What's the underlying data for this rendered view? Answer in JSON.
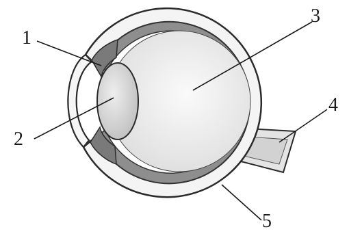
{
  "labels": [
    "1",
    "2",
    "3",
    "4",
    "5"
  ],
  "colors": {
    "outline": "#2a2a2a",
    "sclera": "#f2f2f2",
    "choroid": "#9a9a9a",
    "interior": "#ececec",
    "lens": "#d0d0d0",
    "nerve": "#d8d8d8"
  }
}
